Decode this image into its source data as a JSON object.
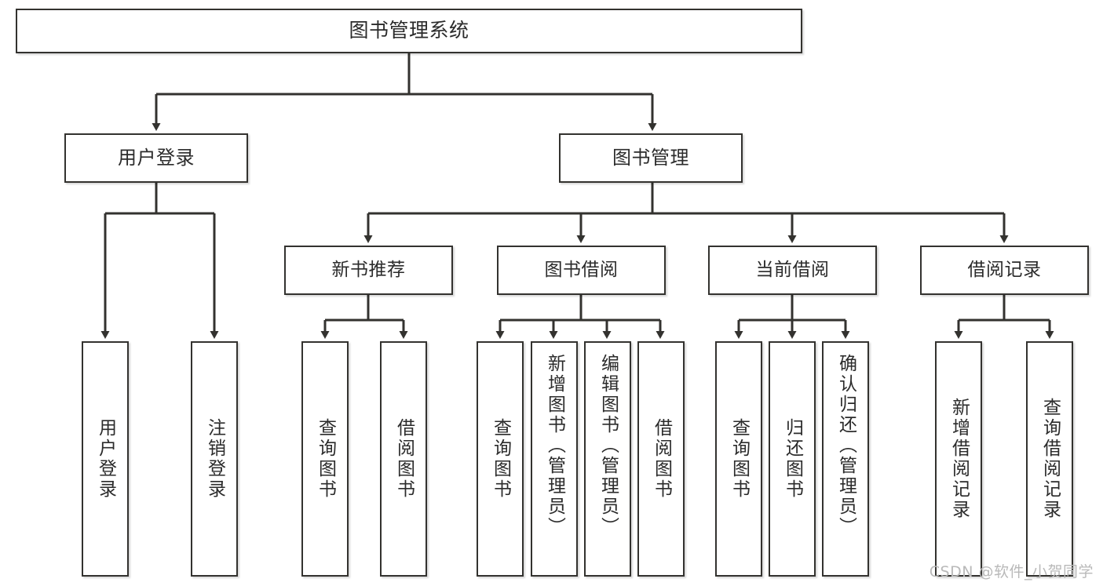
{
  "diagram": {
    "title": "图书管理系统",
    "type": "tree",
    "stroke_color": "#33322f",
    "fill_color": "#ffffff",
    "text_color": "#2b2b2b"
  },
  "root": {
    "label": "图书管理系统"
  },
  "level2": [
    {
      "label": "用户登录"
    },
    {
      "label": "图书管理"
    }
  ],
  "level3": [
    {
      "label": "新书推荐"
    },
    {
      "label": "图书借阅"
    },
    {
      "label": "当前借阅"
    },
    {
      "label": "借阅记录"
    }
  ],
  "leaves": {
    "user_login": [
      {
        "label": "用户登录"
      },
      {
        "label": "注销登录"
      }
    ],
    "new_book": [
      {
        "label": "查询图书"
      },
      {
        "label": "借阅图书"
      }
    ],
    "book_borrow": [
      {
        "label": "查询图书"
      },
      {
        "label": "新增图书（管理员）"
      },
      {
        "label": "编辑图书（管理员）"
      },
      {
        "label": "借阅图书"
      }
    ],
    "current_borrow": [
      {
        "label": "查询图书"
      },
      {
        "label": "归还图书"
      },
      {
        "label": "确认归还（管理员）"
      }
    ],
    "borrow_record": [
      {
        "label": "新增借阅记录"
      },
      {
        "label": "查询借阅记录"
      }
    ]
  },
  "watermark": {
    "text": "CSDN @软件_小贺同学"
  }
}
